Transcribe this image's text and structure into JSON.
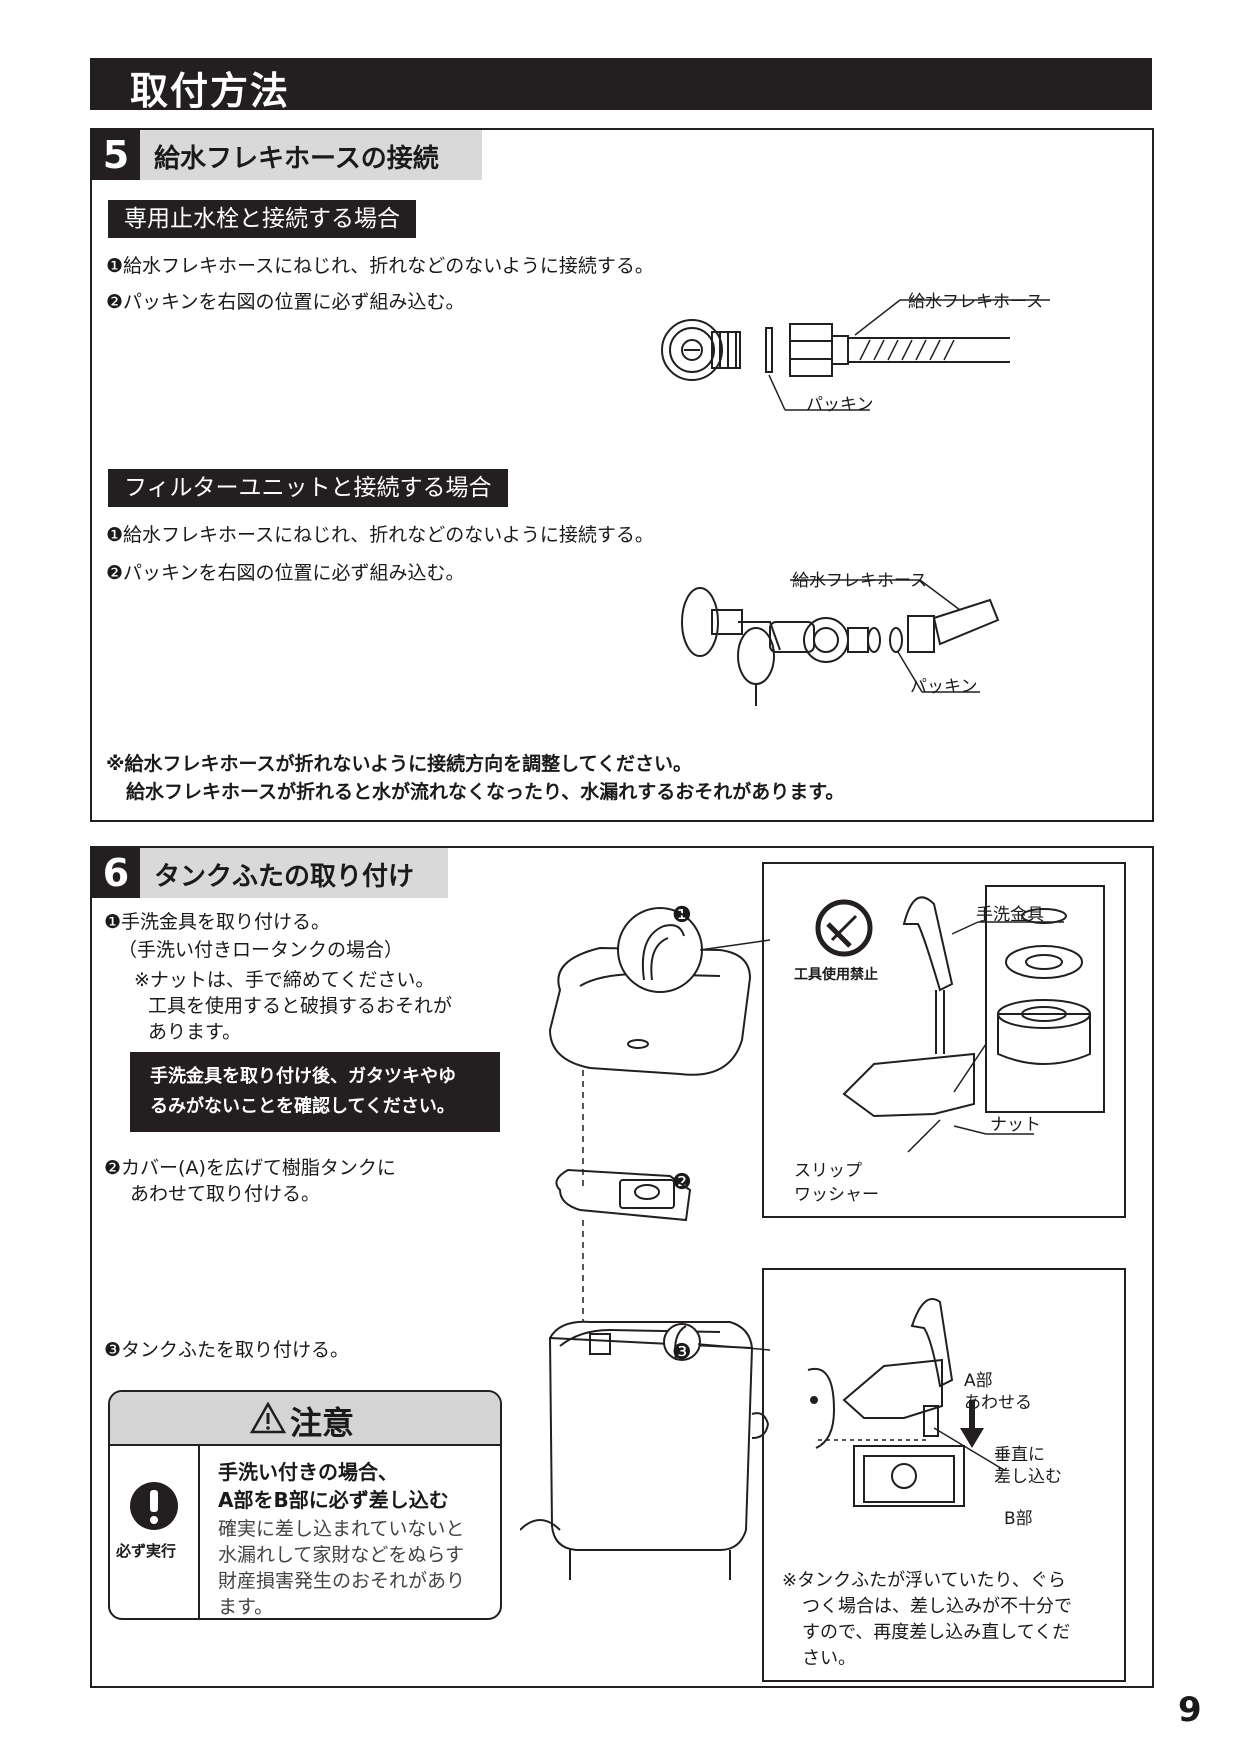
{
  "page_title": "取付方法",
  "page_number": "9",
  "section5": {
    "number": "5",
    "title": "給水フレキホースの接続",
    "case1": {
      "heading": "専用止水栓と接続する場合",
      "steps": [
        "❶給水フレキホースにねじれ、折れなどのないように接続する。",
        "❷パッキンを右図の位置に必ず組み込む。"
      ],
      "labels": {
        "hose": "給水フレキホース",
        "packing": "パッキン"
      }
    },
    "case2": {
      "heading": "フィルターユニットと接続する場合",
      "steps": [
        "❶給水フレキホースにねじれ、折れなどのないように接続する。",
        "❷パッキンを右図の位置に必ず組み込む。"
      ],
      "labels": {
        "hose": "給水フレキホース",
        "packing": "パッキン"
      }
    },
    "note": [
      "※給水フレキホースが折れないように接続方向を調整してください。",
      "給水フレキホースが折れると水が流れなくなったり、水漏れするおそれがあります。"
    ]
  },
  "section6": {
    "number": "6",
    "title": "タンクふたの取り付け",
    "step1": [
      "❶手洗金具を取り付ける。",
      "（手洗い付きロータンクの場合）",
      "※ナットは、手で締めてください。",
      "工具を使用すると破損するおそれが",
      "あります。"
    ],
    "callout": [
      "手洗金具を取り付け後、ガタツキやゆ",
      "るみがないことを確認してください。"
    ],
    "step2": [
      "❷カバー(A)を広げて樹脂タンクに",
      "あわせて取り付ける。"
    ],
    "step3": "❸タンクふたを取り付ける。",
    "markers": [
      "❶",
      "❷",
      "❸"
    ],
    "caution": {
      "title": "注意",
      "badge": "必ず実行",
      "lead": [
        "手洗い付きの場合、",
        "A部をB部に必ず差し込む"
      ],
      "body": [
        "確実に差し込まれていないと",
        "水漏れして家財などをぬらす",
        "財産損害発生のおそれがあり",
        "ます。"
      ]
    },
    "detail1": {
      "no_tools": "工具使用禁止",
      "faucet": "手洗金具",
      "washer": [
        "スリップ",
        "ワッシャー"
      ],
      "nut": "ナット"
    },
    "detail2": {
      "part_a": [
        "A部",
        "あわせる"
      ],
      "insert": [
        "垂直に",
        "差し込む"
      ],
      "part_b": "B部",
      "note": [
        "※タンクふたが浮いていたり、ぐら",
        "つく場合は、差し込みが不十分で",
        "すので、再度差し込み直してくだ",
        "さい。"
      ]
    }
  }
}
